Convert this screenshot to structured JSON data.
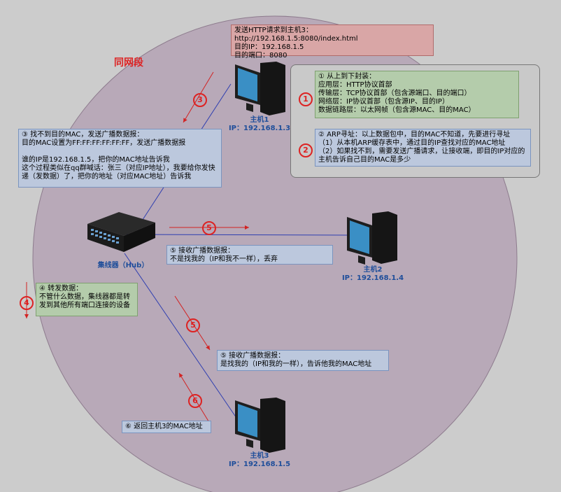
{
  "title": "同网段",
  "hosts": {
    "host1": {
      "name": "主机1",
      "ip": "IP：192.168.1.3"
    },
    "host2": {
      "name": "主机2",
      "ip": "IP：192.168.1.4"
    },
    "host3": {
      "name": "主机3",
      "ip": "IP：192.168.1.5"
    },
    "hub": {
      "name": "集线器（Hub）"
    }
  },
  "notes": {
    "request": "发送HTTP请求到主机3：http://192.168.1.5:8080/index.html\n目的IP：192.168.1.5\n目的端口：8080",
    "encap": "① 从上到下封装：\n应用层：HTTP协议首部\n传输层：TCP协议首部（包含源端口、目的端口）\n网络层：IP协议首部（包含源IP、目的IP）\n数据链路层：以太网帧（包含源MAC、目的MAC）",
    "arp": "② ARP寻址：以上数据包中，目的MAC不知道，先要进行寻址\n（1）从本机ARP缓存表中，通过目的IP查找对应的MAC地址\n（2）如果找不到，需要发送广播请求，让接收端，即目的IP对应的主机告诉自己目的MAC是多少",
    "broadcast": "③ 找不到目的MAC，发送广播数据报：\n目的MAC设置为FF:FF:FF:FF:FF:FF，发送广播数据报\n\n谁的IP是192.168.1.5，把你的MAC地址告诉我\n这个过程类似在qq群喊话：张三（对应IP地址），我要给你发快递（发数据）了，把你的地址（对应MAC地址）告诉我",
    "forward": "④ 转发数据：\n不管什么数据，集线器都是转发到其他所有端口连接的设备",
    "recv2": "⑤ 接收广播数据报：\n不是找我的（IP和我不一样），丢弃",
    "recv3": "⑤ 接收广播数据报：\n是找我的（IP和我的一样），告诉他我的MAC地址",
    "reply": "⑥ 返回主机3的MAC地址"
  },
  "badges": {
    "b1": "1",
    "b2": "2",
    "b3": "3",
    "b4": "4",
    "b5a": "5",
    "b5b": "5",
    "b6": "6"
  },
  "colors": {
    "circle": "#b8a9b8",
    "arrow": "#d22222",
    "line": "#2f3fb0"
  }
}
